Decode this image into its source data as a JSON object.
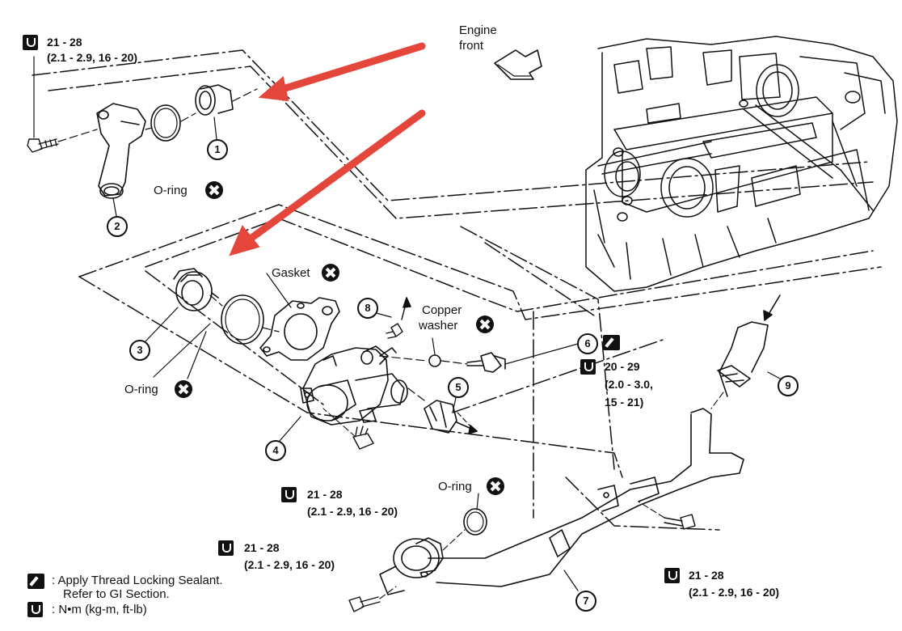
{
  "header": {
    "engine_front": [
      "Engine",
      "front"
    ]
  },
  "labels": {
    "oring_top": "O-ring",
    "gasket": "Gasket",
    "copper_washer": [
      "Copper",
      "washer"
    ],
    "oring_left": "O-ring",
    "oring_bottom": "O-ring"
  },
  "torques": {
    "top_left": {
      "line1": "21 - 28",
      "line2": "(2.1 - 2.9, 16 - 20)"
    },
    "sensor": {
      "line1": "20 - 29",
      "line2": "(2.0 - 3.0,",
      "line3": "15 - 21)"
    },
    "housing": {
      "line1": "21 - 28",
      "line2": "(2.1 - 2.9, 16 - 20)"
    },
    "pipe_left": {
      "line1": "21 - 28",
      "line2": "(2.1 - 2.9, 16 - 20)"
    },
    "pipe_right": {
      "line1": "21 - 28",
      "line2": "(2.1 - 2.9, 16 - 20)"
    }
  },
  "callouts": [
    "1",
    "2",
    "3",
    "4",
    "5",
    "6",
    "7",
    "8",
    "9"
  ],
  "legend": {
    "sealant_line1": ": Apply Thread Locking Sealant.",
    "sealant_line2": "Refer to GI Section.",
    "torque_unit": ": N•m  (kg-m,  ft-lb)"
  },
  "colors": {
    "annotation_arrow": "#e5463c",
    "ink": "#111111"
  }
}
